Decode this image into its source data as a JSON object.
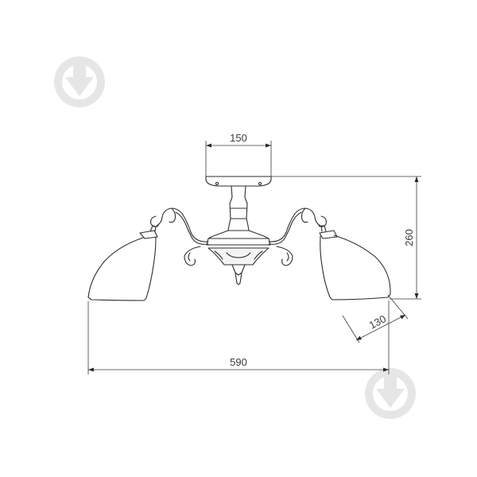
{
  "dimensions": {
    "canopy_width": "150",
    "height": "260",
    "shade_diameter": "130",
    "total_width": "590"
  },
  "watermark": {
    "icon": "drop-location-icon",
    "color": "#e4e4e4"
  }
}
